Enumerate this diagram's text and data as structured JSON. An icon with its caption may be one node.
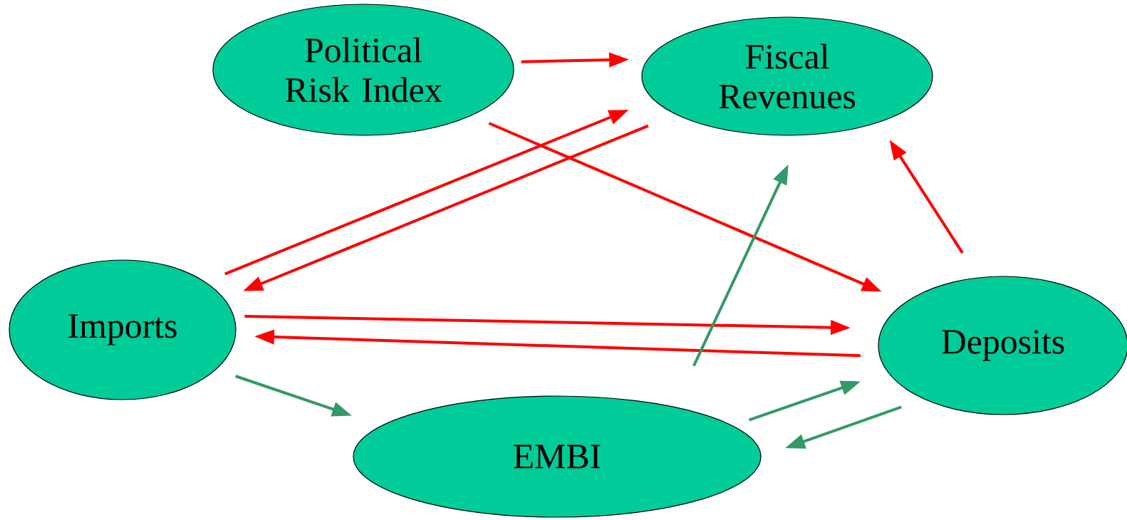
{
  "diagram": {
    "nodes": [
      {
        "text": [
          "Political Risk Index"
        ]
      },
      {
        "text": [
          "Fiscal Revenues"
        ]
      },
      {
        "text": [
          "Imports"
        ]
      },
      {
        "text": [
          "Deposits"
        ]
      },
      {
        "text": [
          "EMBI"
        ]
      }
    ],
    "edges": [
      {
        "from": 0,
        "to": 1,
        "arrow": "to"
      },
      {
        "from": 0,
        "to": 3,
        "arrow": "to"
      },
      {
        "from": 2,
        "to": 1,
        "arrow": "to"
      },
      {
        "from": 1,
        "to": 2,
        "arrow": "to"
      },
      {
        "from": 2,
        "to": 3,
        "arrow": "to"
      },
      {
        "from": 3,
        "to": 2,
        "arrow": "to"
      },
      {
        "from": 3,
        "to": 1,
        "arrow": "to"
      },
      {
        "from": 2,
        "to": 4,
        "arrow": "to",
        "color": "#339966"
      },
      {
        "from": 4,
        "to": 1,
        "arrow": "to",
        "color": "#339966"
      },
      {
        "from": 4,
        "to": 3,
        "arrow": "to",
        "color": "#339966"
      },
      {
        "from": 3,
        "to": 4,
        "arrow": "to",
        "color": "#339966"
      }
    ]
  }
}
